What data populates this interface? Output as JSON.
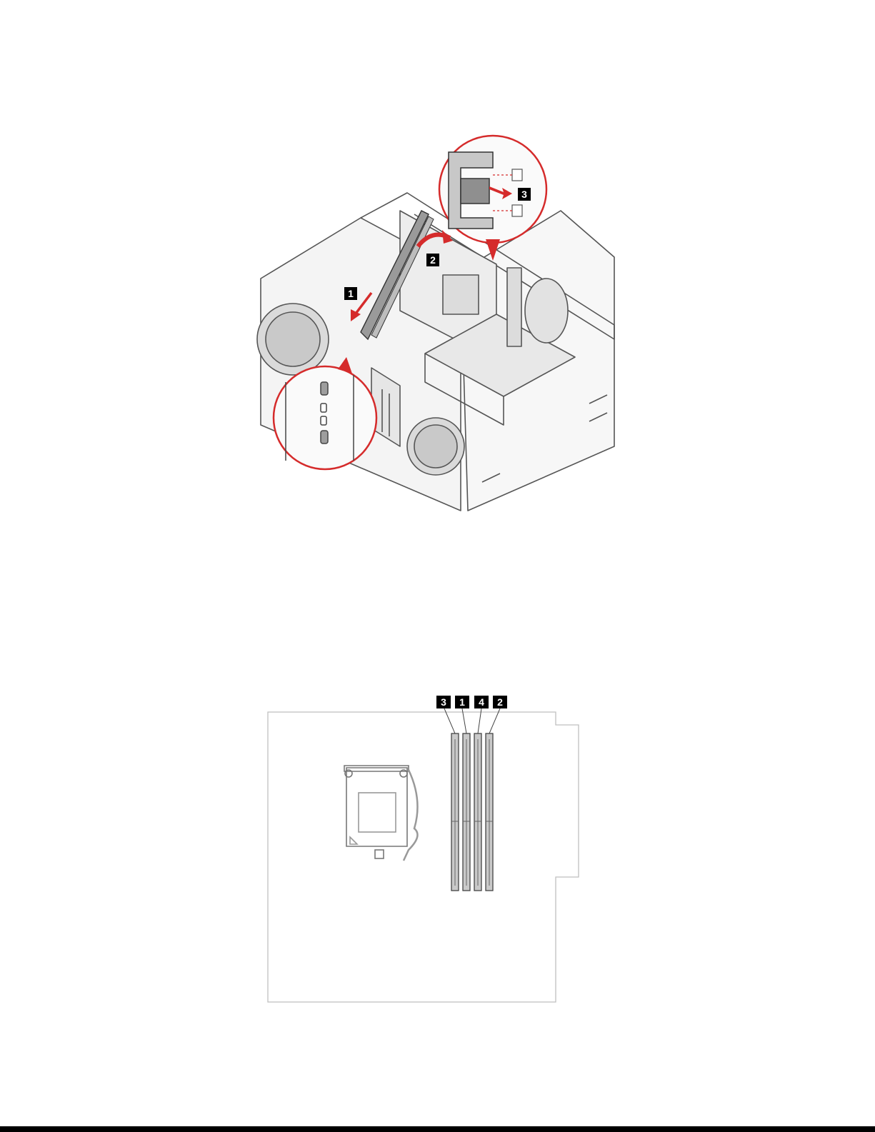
{
  "figure_chassis": {
    "callouts": [
      "1",
      "2",
      "3"
    ],
    "accent_color": "#d52b2b"
  },
  "figure_board": {
    "slot_labels": [
      "3",
      "1",
      "4",
      "2"
    ]
  }
}
